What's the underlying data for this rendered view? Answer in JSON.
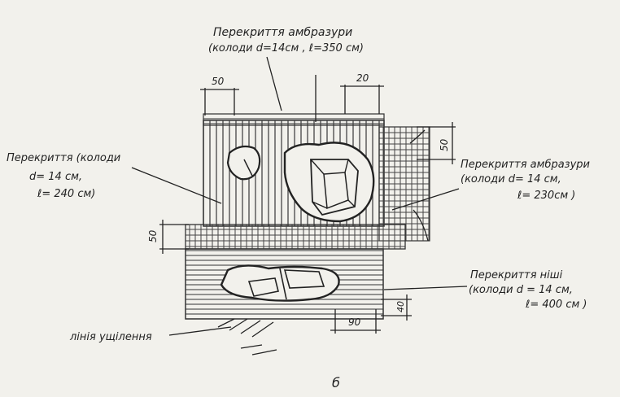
{
  "annotations": {
    "top_title_line1": "Перекриття амбразури",
    "top_title_line2": "(колоди  d=14см , ℓ=350 см)",
    "left_line1": "Перекриття (колоди",
    "left_line2": "d= 14 см,",
    "left_line3": "ℓ= 240 см)",
    "right_line1": "Перекриття амбразури",
    "right_line2": "(колоди  d= 14 см,",
    "right_line3": "ℓ= 230см )",
    "bottom_right_line1": "Перекриття ніші",
    "bottom_right_line2": "(колоди  d = 14 см,",
    "bottom_right_line3": "ℓ= 400 см )",
    "bottom_left": "лінія ущілення",
    "sheet_letter": "б"
  },
  "dimensions": {
    "top_left": "50",
    "top_right": "20",
    "right_upper": "50",
    "left_middle": "50",
    "bottom_right_horizontal": "90",
    "bottom_right_vertical": "40"
  }
}
